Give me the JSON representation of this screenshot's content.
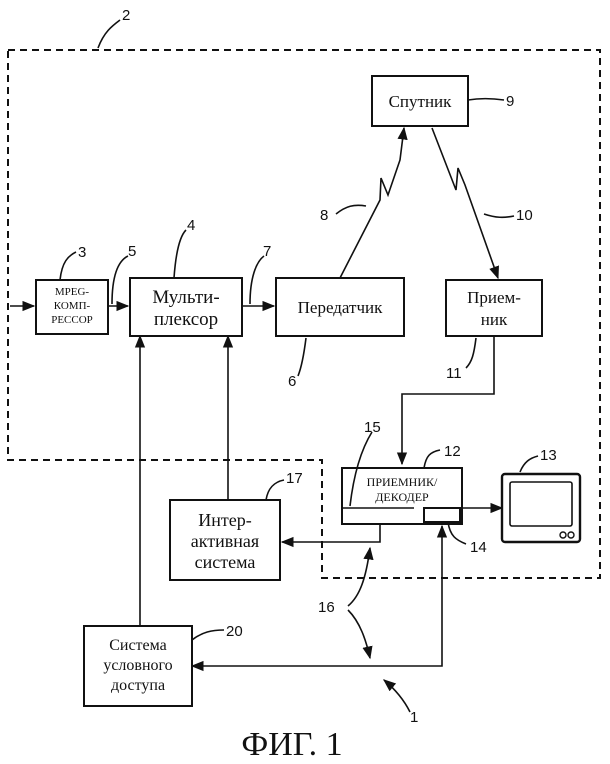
{
  "figure": {
    "caption": "ФИГ. 1"
  },
  "blocks": {
    "mpeg": {
      "lines": [
        "MPEG-",
        "КОМП-",
        "РЕССОР"
      ],
      "ref": "3"
    },
    "mux": {
      "lines": [
        "Мульти-",
        "плексор"
      ],
      "ref": "4"
    },
    "transmitter": {
      "lines": [
        "Передатчик"
      ],
      "ref": "6"
    },
    "satellite": {
      "lines": [
        "Спутник"
      ],
      "ref": "9"
    },
    "receiver": {
      "lines": [
        "Прием-",
        "ник"
      ],
      "ref": "11"
    },
    "decoder": {
      "lines": [
        "ПРИЕМНИК/",
        "ДЕКОДЕР"
      ],
      "ref": "12"
    },
    "tv": {
      "ref": "13"
    },
    "interactive": {
      "lines": [
        "Интер-",
        "активная",
        "система"
      ],
      "ref": "17"
    },
    "access": {
      "lines": [
        "Система",
        "условного",
        "доступа"
      ],
      "ref": "20"
    }
  },
  "refs": {
    "headend": "2",
    "mux_in": "5",
    "mux_out": "7",
    "uplink": "8",
    "downlink": "10",
    "module_15": "15",
    "module_14": "14",
    "links_16": "16",
    "system_1": "1"
  }
}
